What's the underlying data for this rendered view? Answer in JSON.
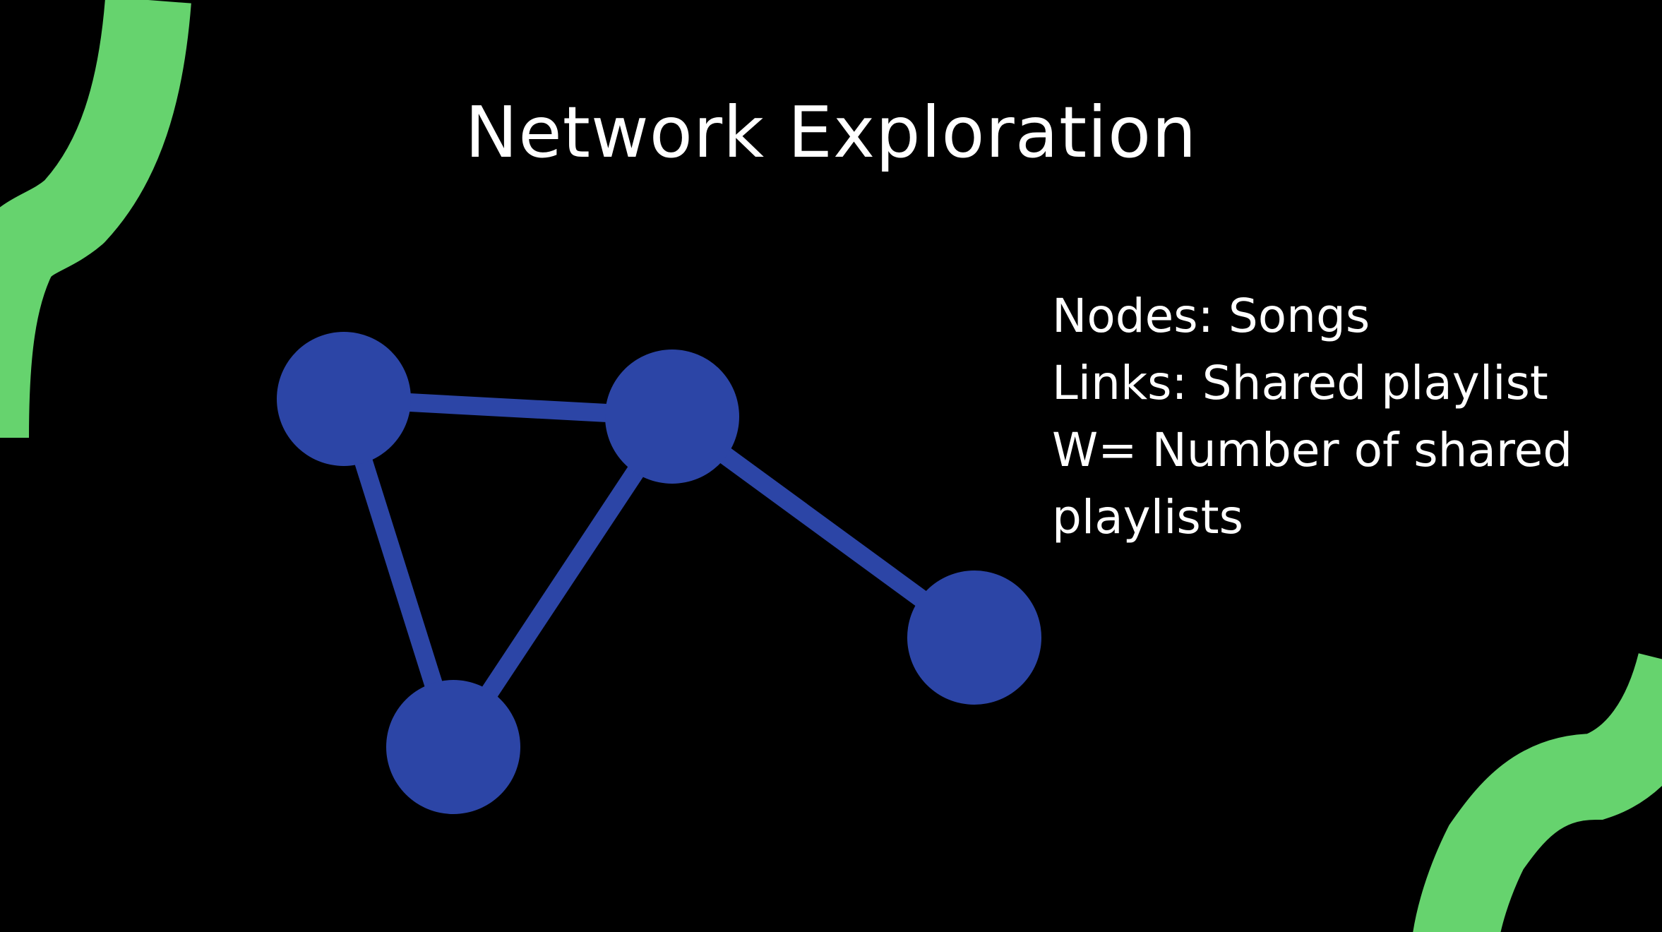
{
  "slide": {
    "title": "Network Exploration",
    "text_lines": [
      "Nodes: Songs",
      "Links: Shared playlist",
      "W= Number of shared playlists"
    ]
  },
  "diagram": {
    "node_color": "#2c45a6",
    "edge_color": "#2c45a6",
    "nodes": [
      "node-1",
      "node-2",
      "node-3",
      "node-4"
    ],
    "edges": [
      [
        "node-1",
        "node-2"
      ],
      [
        "node-1",
        "node-3"
      ],
      [
        "node-2",
        "node-3"
      ],
      [
        "node-2",
        "node-4"
      ]
    ]
  },
  "colors": {
    "background": "#000000",
    "accent": "#66d36e",
    "text": "#ffffff"
  }
}
